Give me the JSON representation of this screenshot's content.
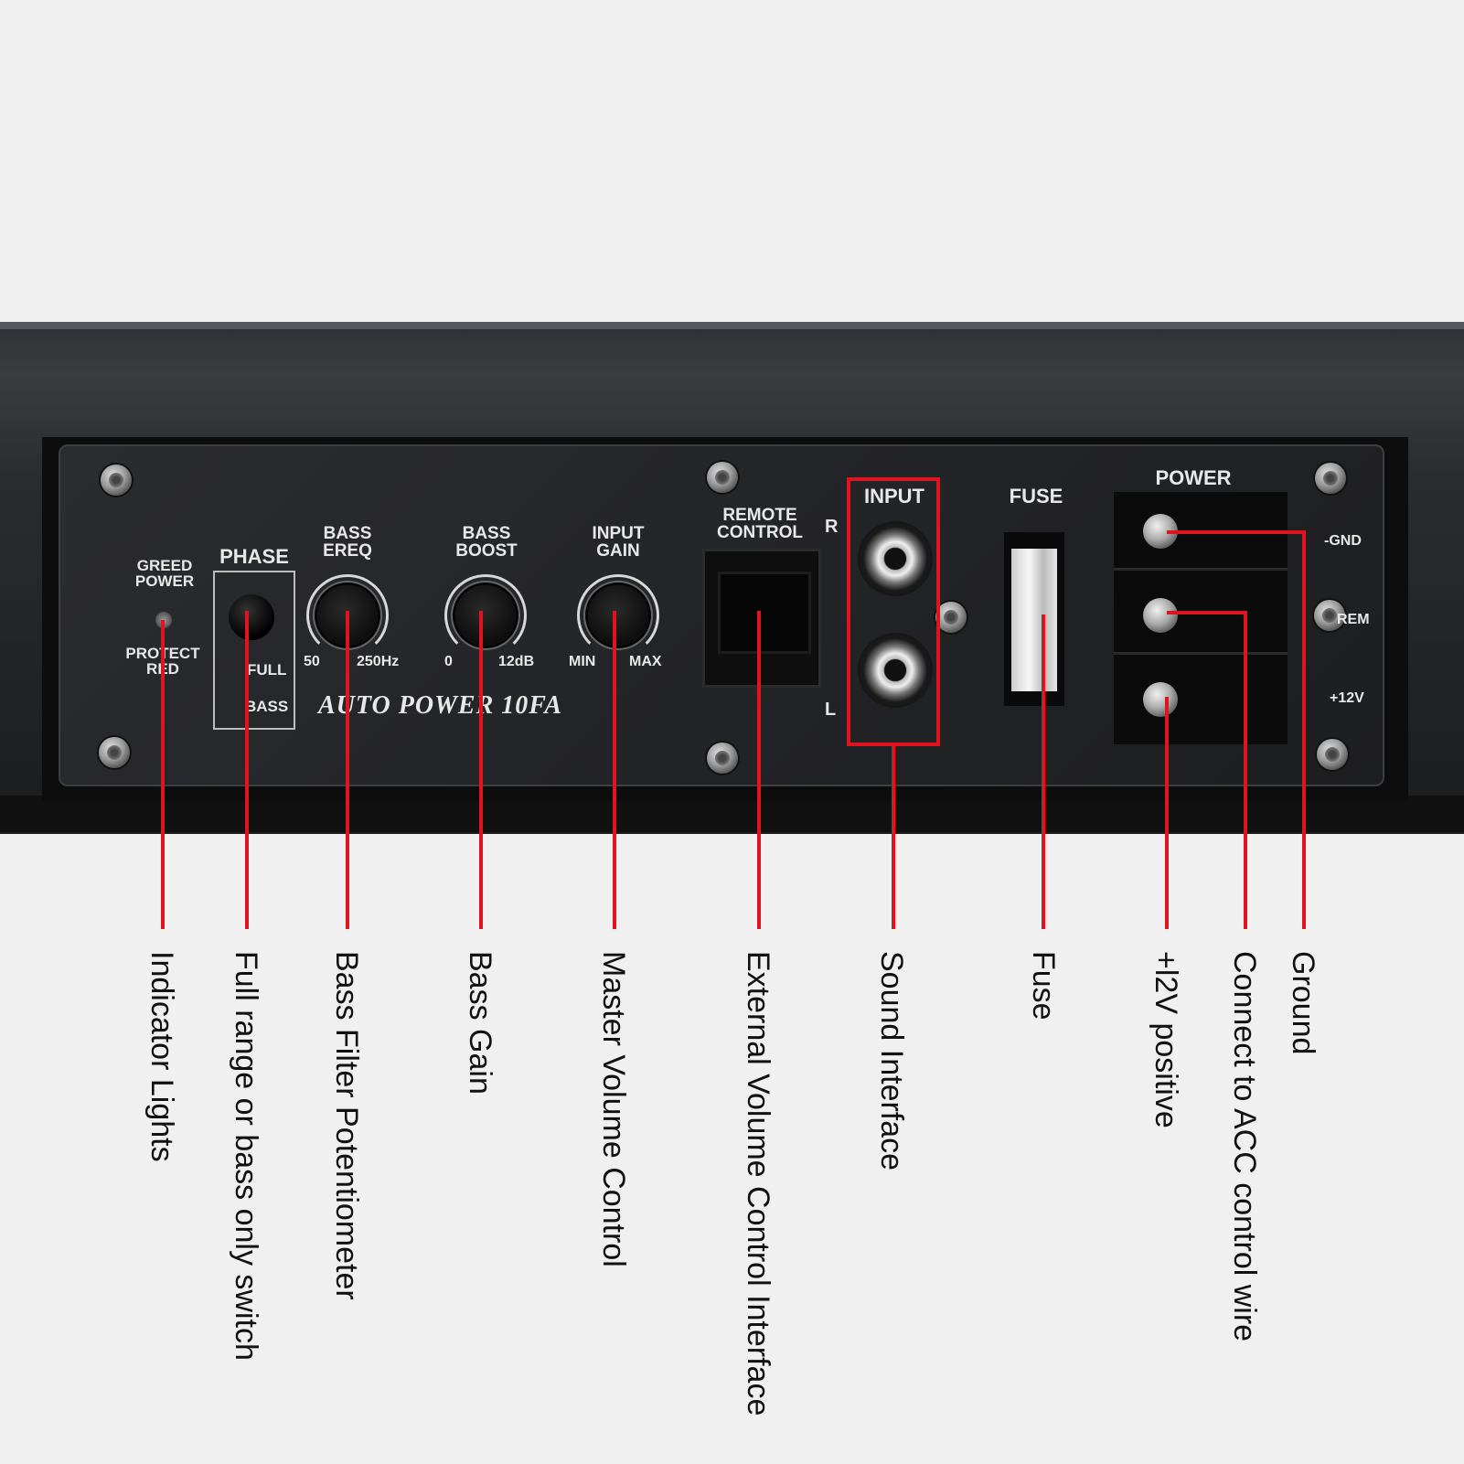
{
  "panel": {
    "led_top": "GREED\nPOWER",
    "led_bottom": "PROTECT\nRED",
    "phase": "PHASE",
    "phase_full": "FULL",
    "phase_bass": "BASS",
    "bass_freq": "BASS\nEREQ",
    "bass_freq_min": "50",
    "bass_freq_max": "250Hz",
    "bass_boost": "BASS\nBOOST",
    "bass_boost_min": "0",
    "bass_boost_max": "12dB",
    "input_gain": "INPUT\nGAIN",
    "input_gain_min": "MIN",
    "input_gain_max": "MAX",
    "model": "AUTO POWER 10FA",
    "remote": "REMOTE\nCONTROL",
    "input": "INPUT",
    "input_r": "R",
    "input_l": "L",
    "fuse": "FUSE",
    "power": "POWER",
    "gnd": "-GND",
    "rem": "REM",
    "v12": "+12V"
  },
  "callouts": [
    "Indicator Lights",
    "Full range or bass only switch",
    "Bass Filter Potentiometer",
    "Bass Gain",
    "Master Volume Control",
    "External Volume Control Interface",
    "Sound Interface",
    "Fuse",
    "+l2V positive",
    "Connect to ACC control wire",
    "Ground"
  ],
  "colors": {
    "leader": "#e0141e",
    "panel": "#232427",
    "background": "#f0f0f0"
  }
}
